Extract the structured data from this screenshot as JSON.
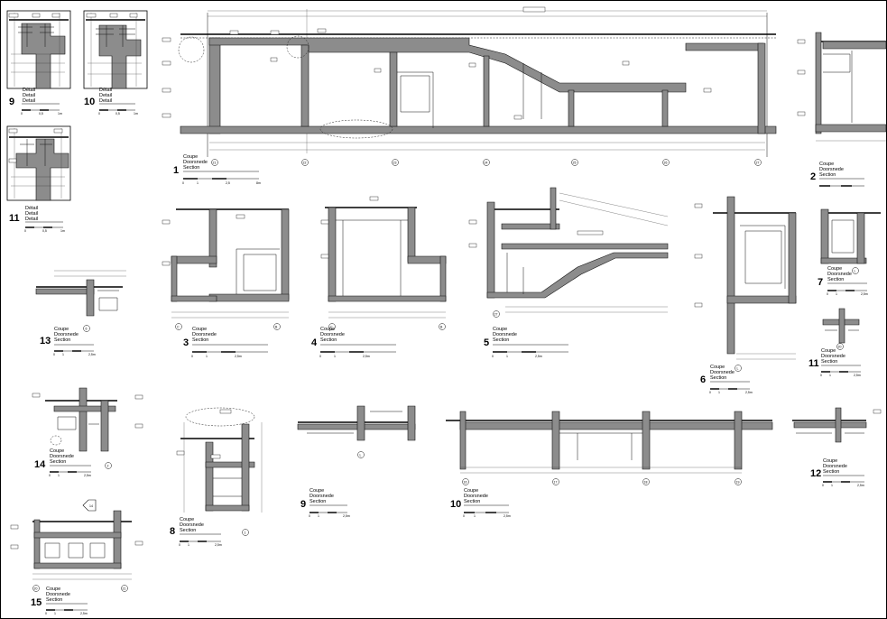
{
  "sheet": {
    "caption_lines": [
      "Coupe",
      "Doorsnede",
      "Section"
    ],
    "detail_lines": [
      "Détail",
      "Detail",
      "Detail"
    ]
  },
  "views": [
    {
      "id": "v1",
      "number": "1",
      "kind": "section",
      "unit": "8m",
      "scale_ticks": [
        "0",
        "1",
        "2,5"
      ]
    },
    {
      "id": "v2",
      "number": "2",
      "kind": "section",
      "unit": "",
      "scale_ticks": []
    },
    {
      "id": "v3",
      "number": "3",
      "kind": "section",
      "unit": "2,5m",
      "scale_ticks": [
        "0",
        "1"
      ]
    },
    {
      "id": "v4",
      "number": "4",
      "kind": "section",
      "unit": "2,5m",
      "scale_ticks": [
        "0",
        "1"
      ]
    },
    {
      "id": "v5",
      "number": "5",
      "kind": "section",
      "unit": "2,5m",
      "scale_ticks": [
        "0",
        "1"
      ]
    },
    {
      "id": "v6",
      "number": "6",
      "kind": "section",
      "unit": "2,5m",
      "scale_ticks": [
        "0",
        "1"
      ]
    },
    {
      "id": "v7",
      "number": "7",
      "kind": "section",
      "unit": "2,5m",
      "scale_ticks": [
        "0",
        "1"
      ]
    },
    {
      "id": "v8",
      "number": "8",
      "kind": "section",
      "unit": "2,5m",
      "scale_ticks": [
        "0",
        "1"
      ]
    },
    {
      "id": "v9",
      "number": "9",
      "kind": "section",
      "unit": "2,5m",
      "scale_ticks": [
        "0",
        "1"
      ]
    },
    {
      "id": "v10",
      "number": "10",
      "kind": "section",
      "unit": "2,5m",
      "scale_ticks": [
        "0",
        "1"
      ]
    },
    {
      "id": "v11",
      "number": "11",
      "kind": "section",
      "unit": "2,5m",
      "scale_ticks": [
        "0",
        "1"
      ]
    },
    {
      "id": "v12",
      "number": "12",
      "kind": "section",
      "unit": "2,5m",
      "scale_ticks": [
        "0",
        "1"
      ]
    },
    {
      "id": "v13",
      "number": "13",
      "kind": "section",
      "unit": "2,5m",
      "scale_ticks": [
        "0",
        "1"
      ]
    },
    {
      "id": "v14",
      "number": "14",
      "kind": "section",
      "unit": "2,5m",
      "scale_ticks": [
        "0",
        "1"
      ]
    },
    {
      "id": "v15",
      "number": "15",
      "kind": "section",
      "unit": "2,5m",
      "scale_ticks": [
        "0",
        "1"
      ]
    },
    {
      "id": "d9",
      "number": "9",
      "kind": "detail",
      "unit": "1m",
      "scale_ticks": [
        "0",
        "0,5"
      ]
    },
    {
      "id": "d10",
      "number": "10",
      "kind": "detail",
      "unit": "1m",
      "scale_ticks": [
        "0",
        "0,5"
      ]
    },
    {
      "id": "d11",
      "number": "11",
      "kind": "detail",
      "unit": "1m",
      "scale_ticks": [
        "0",
        "0,5"
      ]
    }
  ],
  "axis_labels": {
    "v1": [
      "21",
      "22",
      "23",
      "24",
      "25",
      "26",
      "27"
    ],
    "v3": [
      "C",
      "B"
    ],
    "v4": [
      "C",
      "B"
    ],
    "v5": [
      "27"
    ],
    "v6": [
      "L"
    ],
    "v7": [
      "L"
    ],
    "v8": [
      "1"
    ],
    "v9": [
      "L"
    ],
    "v10": [
      "16",
      "17",
      "18",
      "19"
    ],
    "v11": [
      "20"
    ],
    "v13": [
      "6"
    ],
    "v14": [
      "2"
    ],
    "v15": [
      "20",
      "21"
    ]
  },
  "markers": {
    "callout_14": "14"
  }
}
